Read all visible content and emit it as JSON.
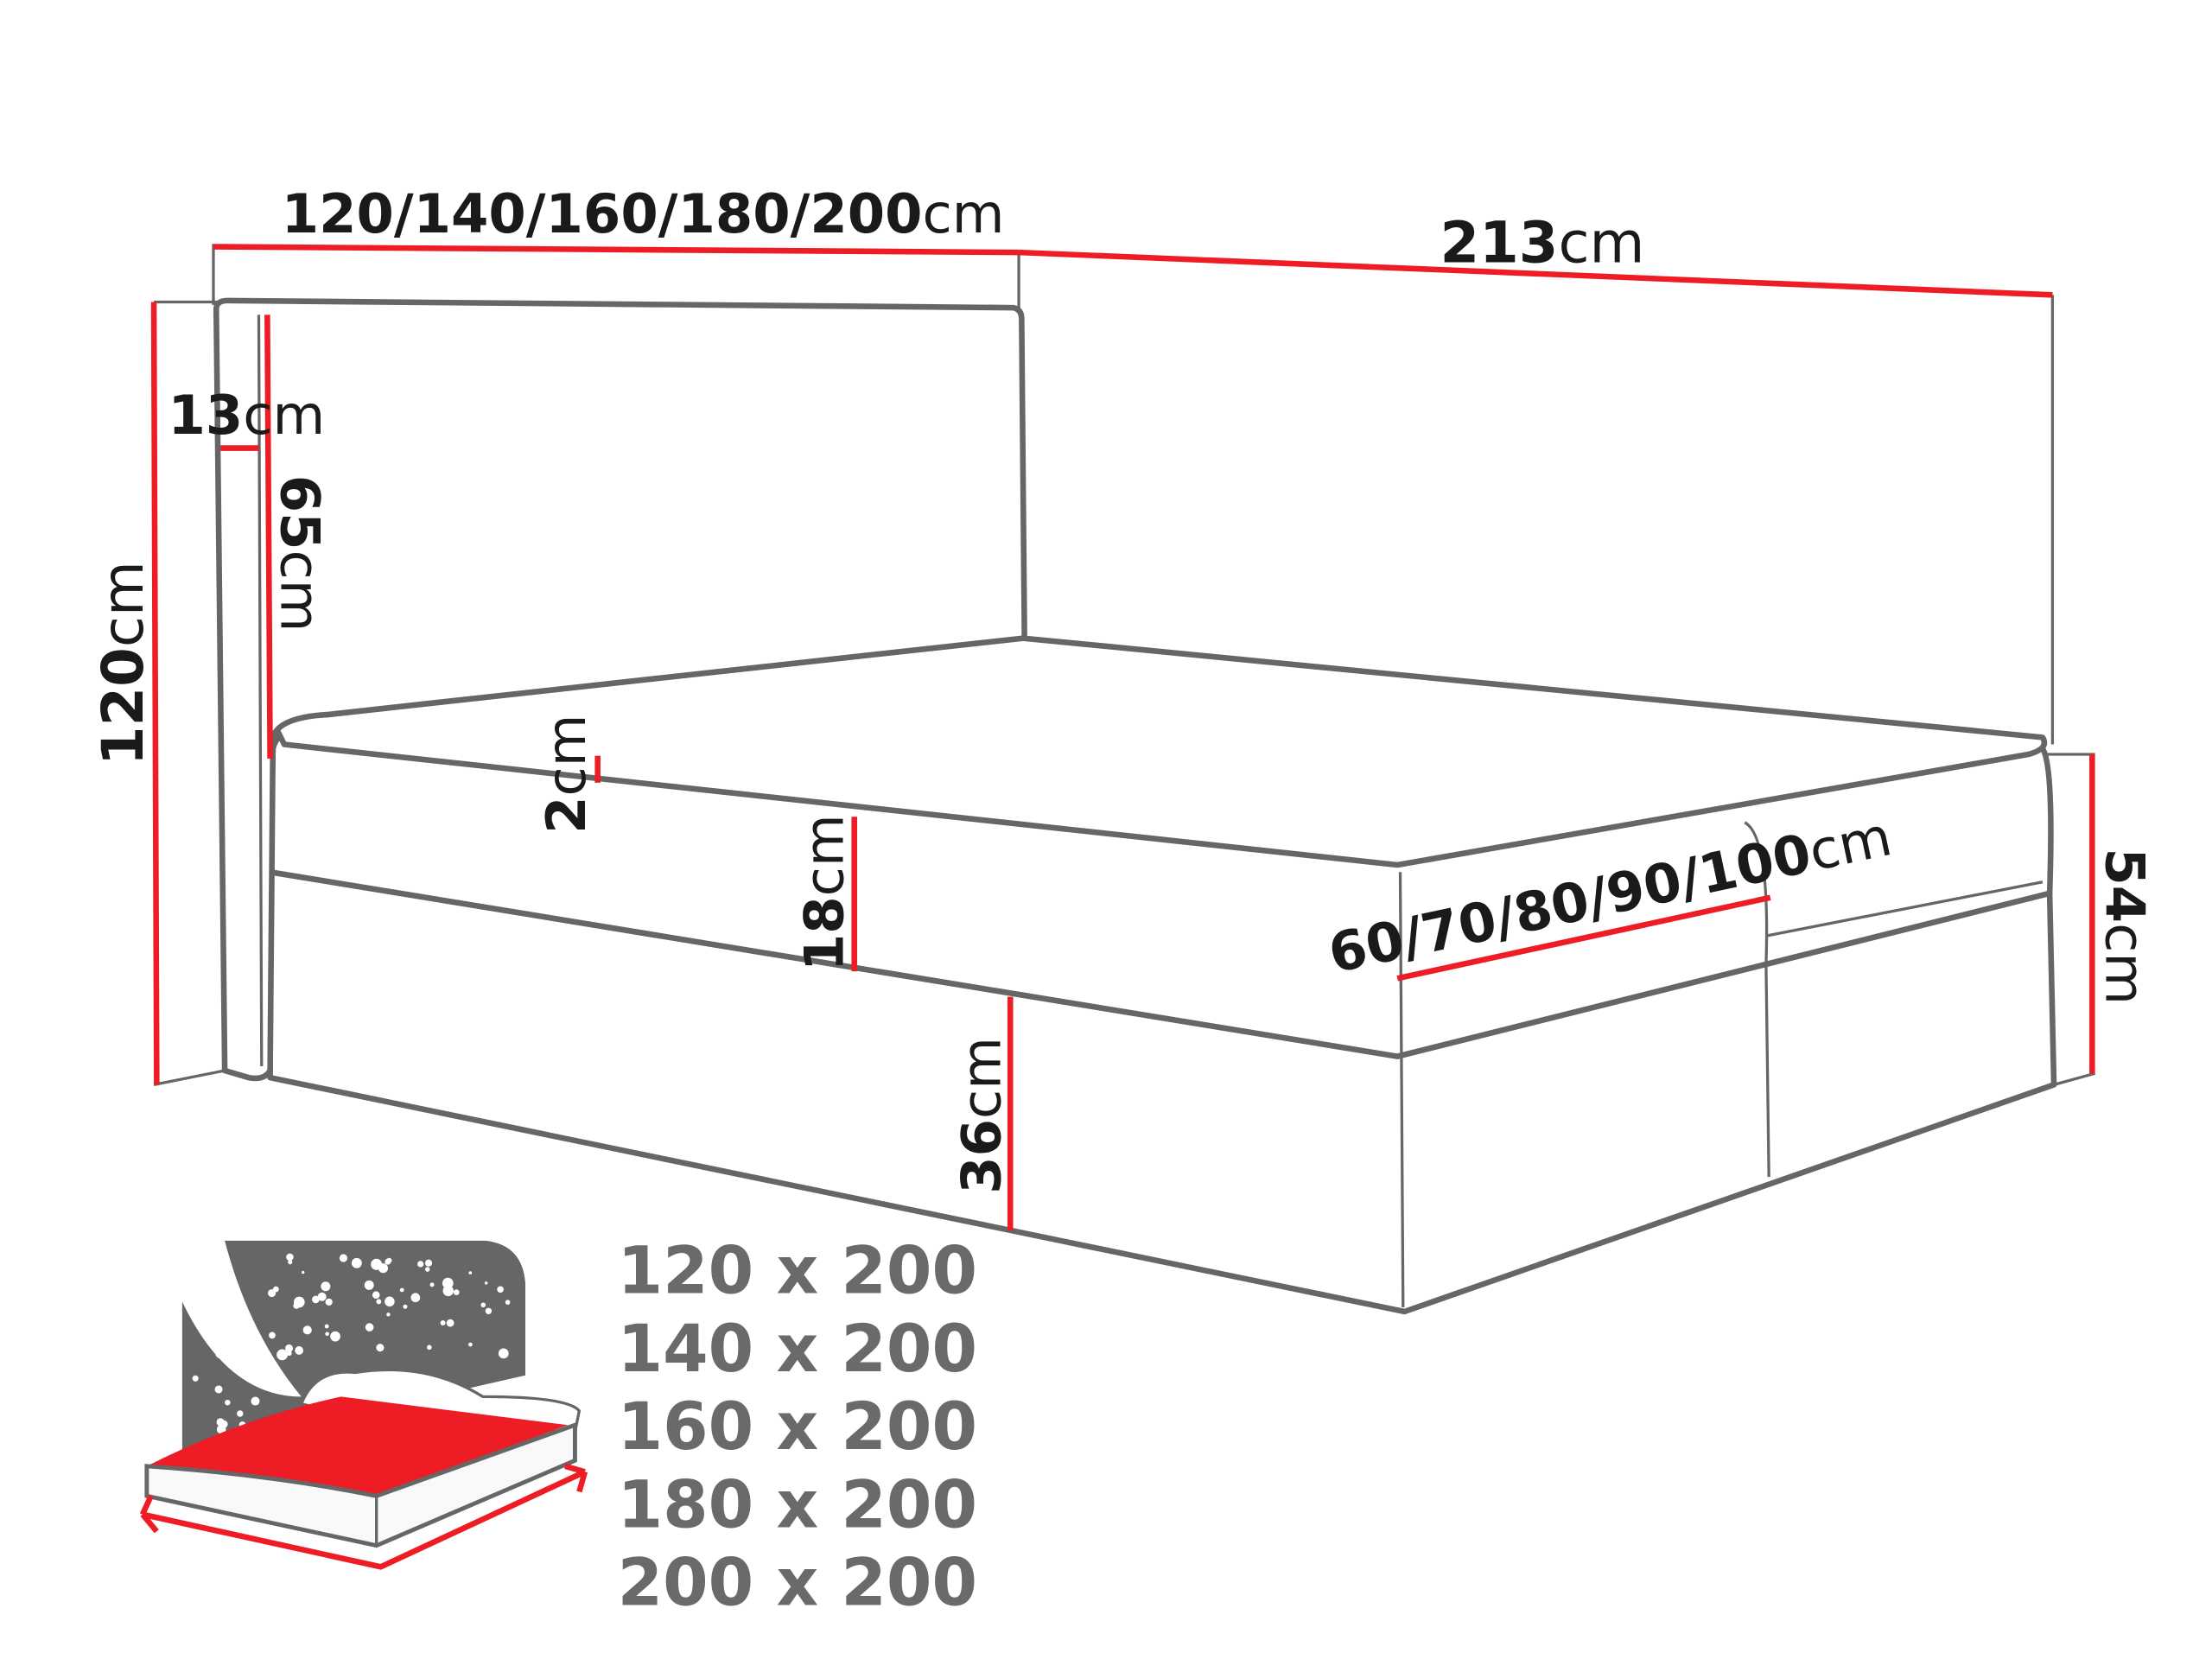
{
  "colors": {
    "accent": "#ee1c24",
    "outline": "#666666",
    "text": "#1a1a1a",
    "size_text": "#6a6a6a"
  },
  "dimensions": {
    "width": {
      "value": "120/140/160/180/200",
      "unit": "cm"
    },
    "length": {
      "value": "213",
      "unit": "cm"
    },
    "headboard_thickness": {
      "value": "13",
      "unit": "cm"
    },
    "headboard_visible_height": {
      "value": "65",
      "unit": "cm"
    },
    "total_height": {
      "value": "120",
      "unit": "cm"
    },
    "topper": {
      "value": "2",
      "unit": "cm"
    },
    "mattress": {
      "value": "18",
      "unit": "cm"
    },
    "base": {
      "value": "36",
      "unit": "cm"
    },
    "storage_width": {
      "value": "60/70/80/90/100",
      "unit": "cm"
    },
    "bed_height": {
      "value": "54",
      "unit": "cm"
    }
  },
  "sizes": [
    "120 x 200",
    "140 x 200",
    "160 x 200",
    "180 x 200",
    "200 x 200"
  ],
  "icons": {
    "bed_size": "bed-with-night-sky-icon"
  }
}
